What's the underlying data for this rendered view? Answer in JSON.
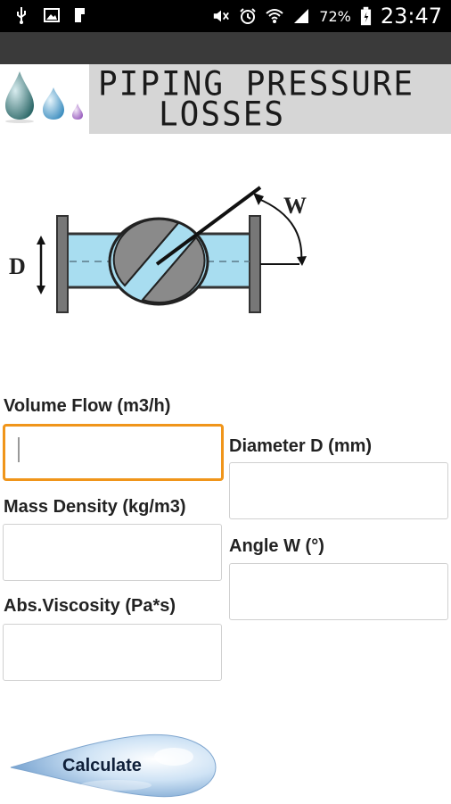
{
  "status_bar": {
    "battery_pct": "72%",
    "time": "23:47",
    "icons": [
      "usb-icon",
      "image-icon",
      "flipboard-icon",
      "mute-icon",
      "alarm-icon",
      "wifi-icon",
      "signal-icon",
      "battery-icon"
    ]
  },
  "header": {
    "title_line1": "PIPING PRESSURE",
    "title_line2": "LOSSES",
    "logo": "water-drops-logo"
  },
  "diagram": {
    "label_d": "D",
    "label_w": "W"
  },
  "form": {
    "volume_flow_label": "Volume Flow (m3/h)",
    "volume_flow_value": "",
    "diameter_label": "Diameter D (mm)",
    "diameter_value": "",
    "mass_density_label": "Mass Density (kg/m3)",
    "mass_density_value": "",
    "angle_label": "Angle W (°)",
    "angle_value": "",
    "viscosity_label": "Abs.Viscosity (Pa*s)",
    "viscosity_value": ""
  },
  "actions": {
    "calculate_label": "Calculate"
  },
  "colors": {
    "focus_border": "#f0951a",
    "pipe_fill": "#a8ddf0",
    "title_bg": "#d6d6d6"
  }
}
